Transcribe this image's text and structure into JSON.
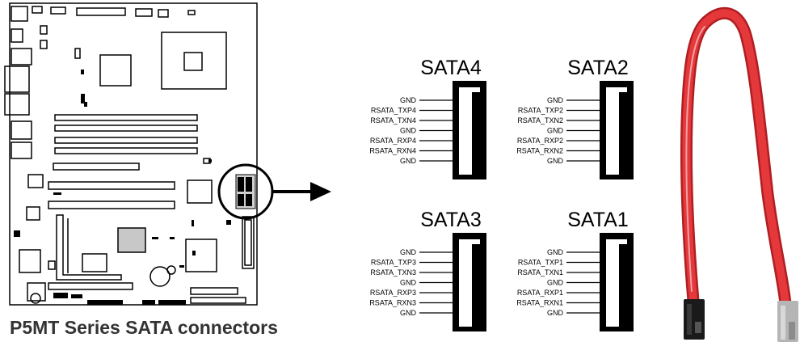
{
  "caption": "P5MT Series SATA connectors",
  "connectors": [
    {
      "id": "sata4",
      "title": "SATA4",
      "pins": [
        "GND",
        "RSATA_TXP4",
        "RSATA_TXN4",
        "GND",
        "RSATA_RXP4",
        "RSATA_RXN4",
        "GND"
      ]
    },
    {
      "id": "sata2",
      "title": "SATA2",
      "pins": [
        "GND",
        "RSATA_TXP2",
        "RSATA_TXN2",
        "GND",
        "RSATA_RXP2",
        "RSATA_RXN2",
        "GND"
      ]
    },
    {
      "id": "sata3",
      "title": "SATA3",
      "pins": [
        "GND",
        "RSATA_TXP3",
        "RSATA_TXN3",
        "GND",
        "RSATA_RXP3",
        "RSATA_RXN3",
        "GND"
      ]
    },
    {
      "id": "sata1",
      "title": "SATA1",
      "pins": [
        "GND",
        "RSATA_TXP1",
        "RSATA_TXN1",
        "GND",
        "RSATA_RXP1",
        "RSATA_RXN1",
        "GND"
      ]
    }
  ],
  "colors": {
    "board_outline": "#000000",
    "cable_red": "#e5383b",
    "cable_dark_red": "#b01e22",
    "connector_black": "#1a1a1a",
    "caption_text": "#333333"
  }
}
